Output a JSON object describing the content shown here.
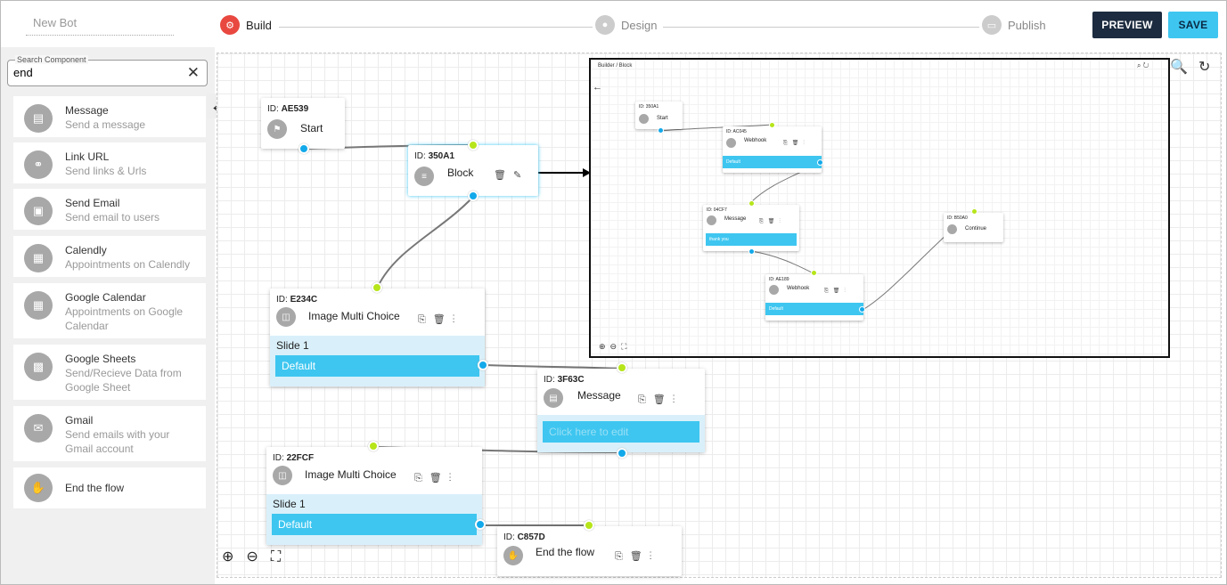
{
  "header": {
    "bot_name": "New Bot",
    "steps": [
      {
        "label": "Build",
        "active": true
      },
      {
        "label": "Design",
        "active": false
      },
      {
        "label": "Publish",
        "active": false
      }
    ],
    "preview_label": "PREVIEW",
    "save_label": "SAVE"
  },
  "sidebar": {
    "search": {
      "label": "Search Component",
      "value": "end"
    },
    "components": [
      {
        "title": "Message",
        "subtitle": "Send a message",
        "icon": "message-icon"
      },
      {
        "title": "Link URL",
        "subtitle": "Send links & Urls",
        "icon": "link-icon"
      },
      {
        "title": "Send Email",
        "subtitle": "Send email to users",
        "icon": "email-card-icon"
      },
      {
        "title": "Calendly",
        "subtitle": "Appointments on Calendly",
        "icon": "calendar-icon"
      },
      {
        "title": "Google Calendar",
        "subtitle": "Appointments on Google Calendar",
        "icon": "calendar-icon"
      },
      {
        "title": "Google Sheets",
        "subtitle": "Send/Recieve Data from Google Sheet",
        "icon": "sheet-icon"
      },
      {
        "title": "Gmail",
        "subtitle": "Send emails with your Gmail account",
        "icon": "mail-icon"
      },
      {
        "title": "End the flow",
        "subtitle": "",
        "icon": "hand-stop-icon"
      }
    ]
  },
  "canvas": {
    "nodes": {
      "start": {
        "id_label": "ID:",
        "id": "AE539",
        "name": "Start"
      },
      "block": {
        "id_label": "ID:",
        "id": "350A1",
        "name": "Block"
      },
      "img1": {
        "id_label": "ID:",
        "id": "E234C",
        "name": "Image Multi Choice",
        "slide": "Slide 1",
        "option": "Default"
      },
      "message": {
        "id_label": "ID:",
        "id": "3F63C",
        "name": "Message",
        "placeholder": "Click here to edit"
      },
      "img2": {
        "id_label": "ID:",
        "id": "22FCF",
        "name": "Image Multi Choice",
        "slide": "Slide 1",
        "option": "Default"
      },
      "end": {
        "id_label": "ID:",
        "id": "C857D",
        "name": "End the flow"
      }
    }
  },
  "preview": {
    "breadcrumb": "Builder  /  Block",
    "nodes": {
      "a": {
        "id": "ID: 350A1",
        "name": "Start"
      },
      "b": {
        "id": "ID: AC045",
        "name": "Webhook",
        "option": "Default"
      },
      "c": {
        "id": "ID: 04CF7",
        "name": "Message",
        "option": "thank you"
      },
      "d": {
        "id": "ID: AE189",
        "name": "Webhook",
        "option": "Default"
      },
      "e": {
        "id": "ID: B50A0",
        "name": "Continue"
      }
    }
  },
  "colors": {
    "accent": "#3ec6f0",
    "active_step": "#e8483f",
    "preview_button": "#1c2b3f",
    "port_blue": "#13a9ea",
    "port_green": "#b6e51a"
  }
}
